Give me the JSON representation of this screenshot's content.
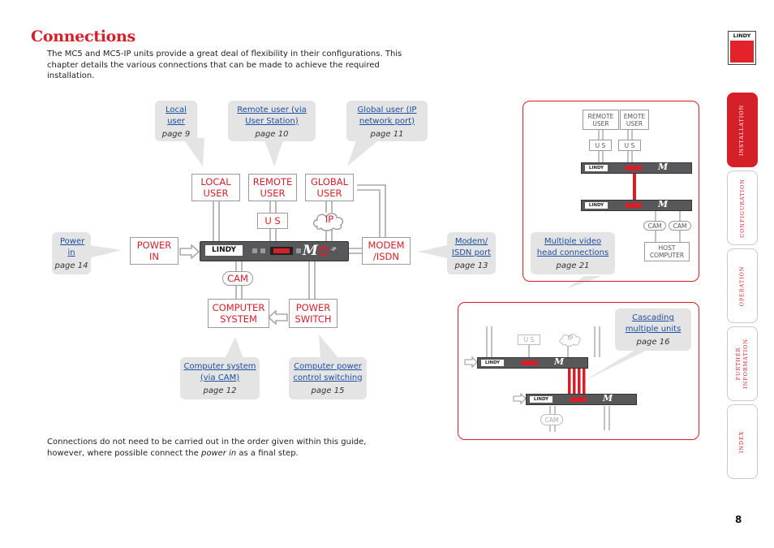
{
  "title": "Connections",
  "intro": "The MC5 and MC5-IP units provide a great deal of flexibility in their configurations. This chapter details the various connections that can be made to achieve the required installation.",
  "footer": {
    "prefix": "Connections do not need to be carried out in the order given within this guide, however, where possible connect the ",
    "emph": "power in",
    "suffix": " as a final step."
  },
  "callouts": {
    "local_user": {
      "link": "Local user",
      "page": "page 9"
    },
    "remote_user": {
      "link": "Remote user (via User Station)",
      "page": "page 10"
    },
    "global_user": {
      "link": "Global user (IP network port)",
      "page": "page 11"
    },
    "power_in": {
      "link": "Power in",
      "page": "page 14"
    },
    "modem": {
      "link": "Modem/ ISDN port",
      "page": "page 13"
    },
    "computer_system": {
      "link": "Computer system (via CAM)",
      "page": "page 12"
    },
    "computer_power": {
      "link": "Computer power control switching",
      "page": "page 15"
    },
    "multiple_video": {
      "link": "Multiple video head connections",
      "page": "page 21"
    },
    "cascading": {
      "link": "Cascading multiple units",
      "page": "page 16"
    }
  },
  "boxes": {
    "local_user": "LOCAL USER",
    "remote_user": "REMOTE USER",
    "global_user": "GLOBAL USER",
    "us": "U S",
    "ip": "IP",
    "power_in": "POWER IN",
    "modem": "MODEM /ISDN",
    "cam": "CAM",
    "computer_system": "COMPUTER SYSTEM",
    "power_switch": "POWER SWITCH"
  },
  "mini_a": {
    "remote_user_1": "REMOTE USER",
    "remote_user_2": "EMOTE USER",
    "us": "U S",
    "cam": "CAM",
    "host_computer": "HOST COMPUTER"
  },
  "mini_b": {
    "us": "U S",
    "ip": "IP",
    "cam": "CAM"
  },
  "tabs": [
    "INSTALLATION",
    "CONFIGURATION",
    "OPERATION",
    "FURTHER INFORMATION",
    "INDEX"
  ],
  "brand": "LINDY",
  "device_mark": "M",
  "device_ip": "-IP",
  "page_number": "8",
  "colors": {
    "accent": "#d5202a",
    "link": "#1c4fa0",
    "callout_bg": "#e4e4e4",
    "device": "#58585a"
  }
}
